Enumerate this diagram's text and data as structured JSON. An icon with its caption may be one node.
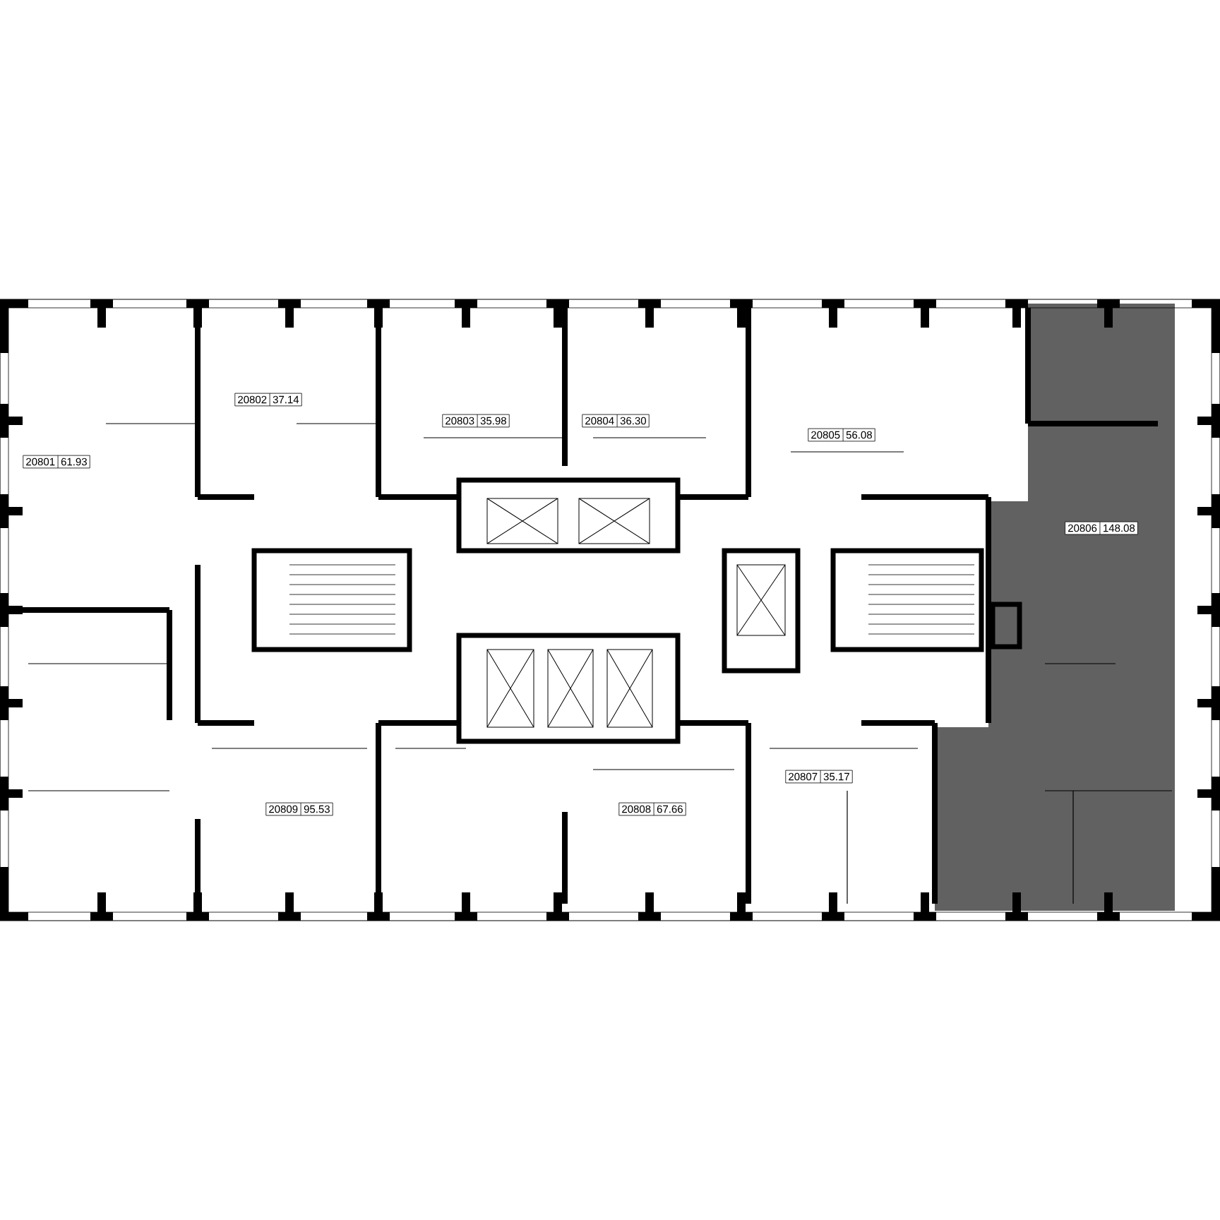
{
  "diagram": {
    "nodes": [
      {
        "text": [
          "20801",
          "61.93"
        ]
      },
      {
        "text": [
          "20802",
          "37.14"
        ]
      },
      {
        "text": [
          "20803",
          "35.98"
        ]
      },
      {
        "text": [
          "20804",
          "36.30"
        ]
      },
      {
        "text": [
          "20805",
          "56.08"
        ]
      },
      {
        "text": [
          "20806",
          "148.08"
        ]
      },
      {
        "text": [
          "20809",
          "95.53"
        ]
      },
      {
        "text": [
          "20808",
          "67.66"
        ]
      },
      {
        "text": [
          "20807",
          "35.17"
        ]
      }
    ]
  }
}
